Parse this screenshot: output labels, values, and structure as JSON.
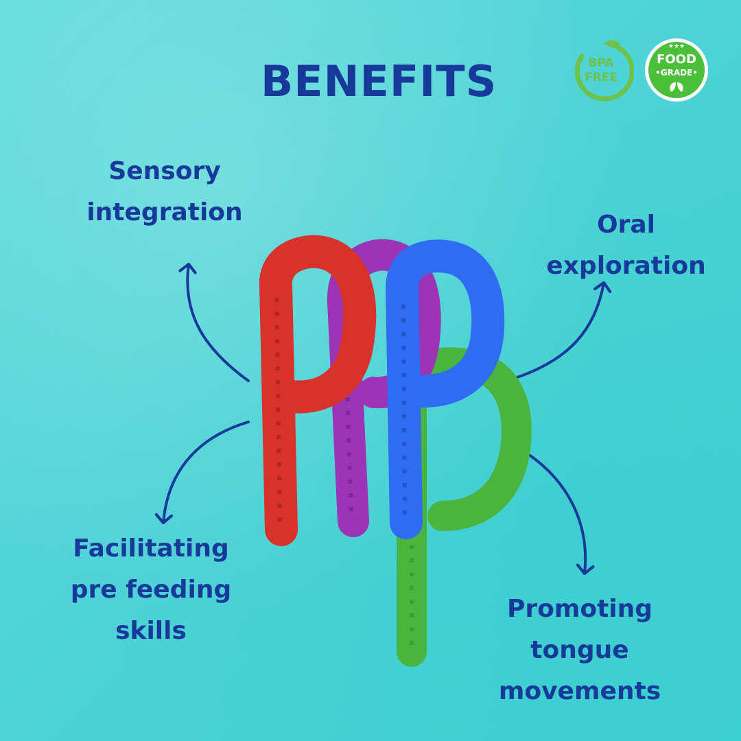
{
  "title": "BENEFITS",
  "badges": {
    "bpa_line1": "BPA",
    "bpa_line2": "FREE",
    "food_line1": "FOOD",
    "food_line2": "•GRADE•"
  },
  "benefits": {
    "top_left": "Sensory\nintegration",
    "top_right": "Oral\nexploration",
    "bottom_left": "Facilitating\npre feeding\nskills",
    "bottom_right": "Promoting\ntongue\nmovements"
  },
  "colors": {
    "text": "#173a9a",
    "red_chew": "#d8322c",
    "purple_chew": "#9b35b6",
    "blue_chew": "#2f6cf2",
    "green_chew": "#49b53f",
    "badge_green": "#6cc24a"
  }
}
